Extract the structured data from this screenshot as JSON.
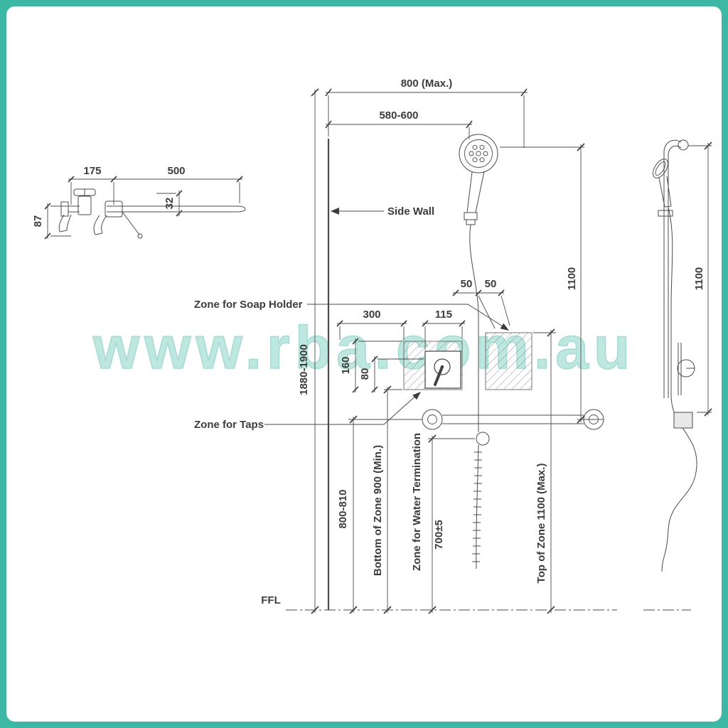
{
  "frame": {
    "color": "#3cb8a4"
  },
  "watermark": {
    "text": "www.rba.com.au"
  },
  "top_view": {
    "dim_175": "175",
    "dim_500": "500",
    "dim_87": "87",
    "dim_32": "32"
  },
  "front_view": {
    "dim_800_max": "800 (Max.)",
    "dim_580_600": "580-600",
    "label_side_wall": "Side Wall",
    "dim_1100": "1100",
    "dim_50_a": "50",
    "dim_50_b": "50",
    "label_zone_soap_holder": "Zone for Soap Holder",
    "dim_300": "300",
    "dim_115": "115",
    "dim_160": "160",
    "dim_80": "80",
    "dim_1880_1900": "1880-1900",
    "label_zone_taps": "Zone for Taps",
    "dim_800_810": "800-810",
    "label_bottom_zone_900": "Bottom of Zone 900 (Min.)",
    "label_zone_water_termination": "Zone for Water Termination",
    "dim_700_5": "700±5",
    "label_top_zone_1100": "Top of Zone 1100 (Max.)",
    "label_ffl": "FFL"
  },
  "side_view": {
    "dim_1100": "1100"
  }
}
